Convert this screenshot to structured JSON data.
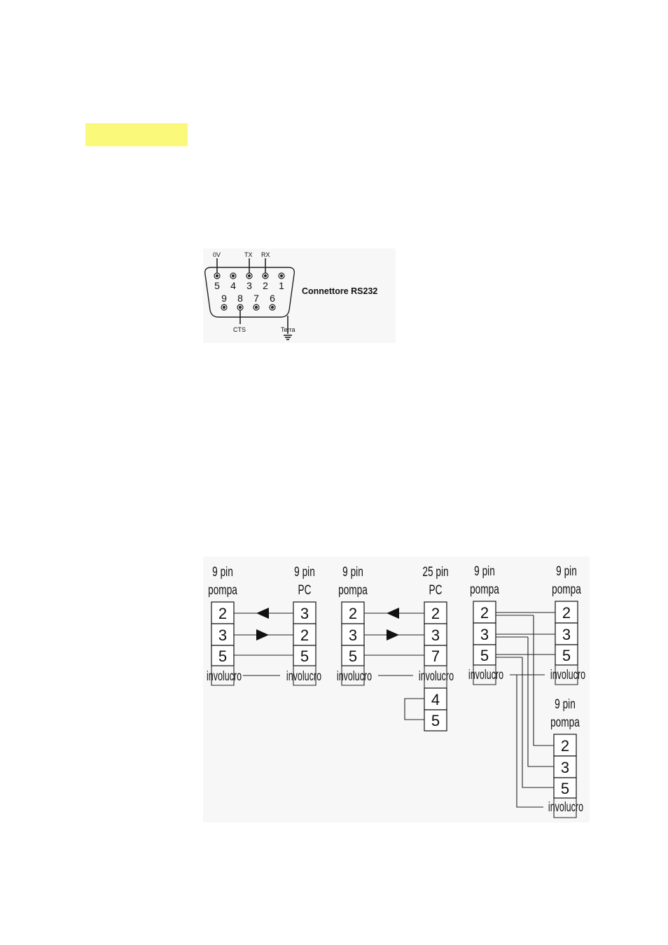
{
  "highlight": {
    "color": "#fbf97a"
  },
  "connector": {
    "title": "Connettore RS232",
    "signals": {
      "pin5": "0V",
      "pin3": "TX",
      "pin2": "RX",
      "pin8": "CTS",
      "ground": "Terra"
    },
    "top_row": [
      "5",
      "4",
      "3",
      "2",
      "1"
    ],
    "bottom_row": [
      "9",
      "8",
      "7",
      "6"
    ]
  },
  "wiring": {
    "diagram1": {
      "left_header": [
        "9 pin",
        "pompa"
      ],
      "right_header": [
        "9 pin",
        "PC"
      ],
      "left_pins": [
        "2",
        "3",
        "5"
      ],
      "right_pins": [
        "3",
        "2",
        "5"
      ],
      "left_shell": "involucro",
      "right_shell": "involucro"
    },
    "diagram2": {
      "left_header": [
        "9 pin",
        "pompa"
      ],
      "right_header": [
        "25 pin",
        "PC"
      ],
      "left_pins": [
        "2",
        "3",
        "5"
      ],
      "right_pins": [
        "2",
        "3",
        "7"
      ],
      "left_shell": "involucro",
      "right_shell": "involucro",
      "loop_pins": [
        "4",
        "5"
      ]
    },
    "diagram3": {
      "left_header": [
        "9 pin",
        "pompa"
      ],
      "right_header": [
        "9 pin",
        "pompa"
      ],
      "lower_header": [
        "9 pin",
        "pompa"
      ],
      "left_pins": [
        "2",
        "3",
        "5"
      ],
      "right_pins": [
        "2",
        "3",
        "5"
      ],
      "lower_pins": [
        "2",
        "3",
        "5"
      ],
      "left_shell": "involucro",
      "right_shell": "involucro",
      "lower_shell": "involucro"
    }
  }
}
